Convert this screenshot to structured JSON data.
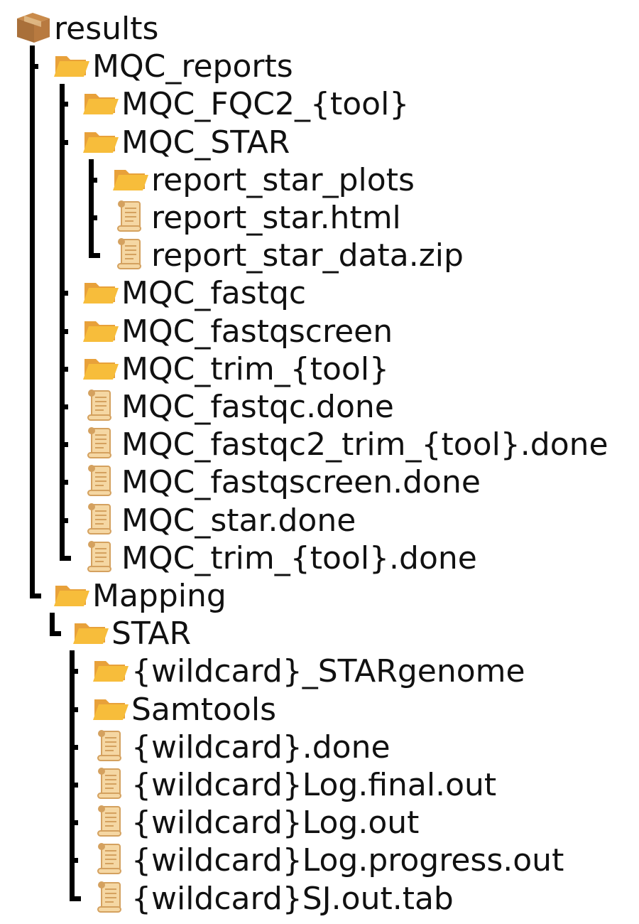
{
  "colors": {
    "line": "#000000",
    "folder_front": "#f7bd3b",
    "folder_back": "#e8a13a",
    "scroll_paper": "#f5d7a3",
    "scroll_edge": "#d4a15f",
    "box_top": "#c98b4b",
    "box_side": "#a9703a"
  },
  "tree": [
    {
      "label": "results",
      "icon": "package-icon",
      "depth": 0
    },
    {
      "label": "MQC_reports",
      "icon": "folder-icon",
      "depth": 1
    },
    {
      "label": "MQC_FQC2_{tool}",
      "icon": "folder-icon",
      "depth": 2
    },
    {
      "label": "MQC_STAR",
      "icon": "folder-icon",
      "depth": 2
    },
    {
      "label": "report_star_plots",
      "icon": "folder-icon",
      "depth": 3
    },
    {
      "label": "report_star.html",
      "icon": "scroll-icon",
      "depth": 3
    },
    {
      "label": "report_star_data.zip",
      "icon": "scroll-icon",
      "depth": 3
    },
    {
      "label": "MQC_fastqc",
      "icon": "folder-icon",
      "depth": 2
    },
    {
      "label": "MQC_fastqscreen",
      "icon": "folder-icon",
      "depth": 2
    },
    {
      "label": "MQC_trim_{tool}",
      "icon": "folder-icon",
      "depth": 2
    },
    {
      "label": "MQC_fastqc.done",
      "icon": "scroll-icon",
      "depth": 2
    },
    {
      "label": "MQC_fastqc2_trim_{tool}.done",
      "icon": "scroll-icon",
      "depth": 2
    },
    {
      "label": "MQC_fastqscreen.done",
      "icon": "scroll-icon",
      "depth": 2
    },
    {
      "label": "MQC_star.done",
      "icon": "scroll-icon",
      "depth": 2
    },
    {
      "label": "MQC_trim_{tool}.done",
      "icon": "scroll-icon",
      "depth": 2
    },
    {
      "label": "Mapping",
      "icon": "folder-icon",
      "depth": 1
    },
    {
      "label": "STAR",
      "icon": "folder-icon",
      "depth": 2
    },
    {
      "label": "{wildcard}_STARgenome",
      "icon": "folder-icon",
      "depth": 3
    },
    {
      "label": "Samtools",
      "icon": "folder-icon",
      "depth": 3
    },
    {
      "label": "{wildcard}.done",
      "icon": "scroll-icon",
      "depth": 3
    },
    {
      "label": "{wildcard}Log.final.out",
      "icon": "scroll-icon",
      "depth": 3
    },
    {
      "label": "{wildcard}Log.out",
      "icon": "scroll-icon",
      "depth": 3
    },
    {
      "label": "{wildcard}Log.progress.out",
      "icon": "scroll-icon",
      "depth": 3
    },
    {
      "label": "{wildcard}SJ.out.tab",
      "icon": "scroll-icon",
      "depth": 3
    }
  ]
}
